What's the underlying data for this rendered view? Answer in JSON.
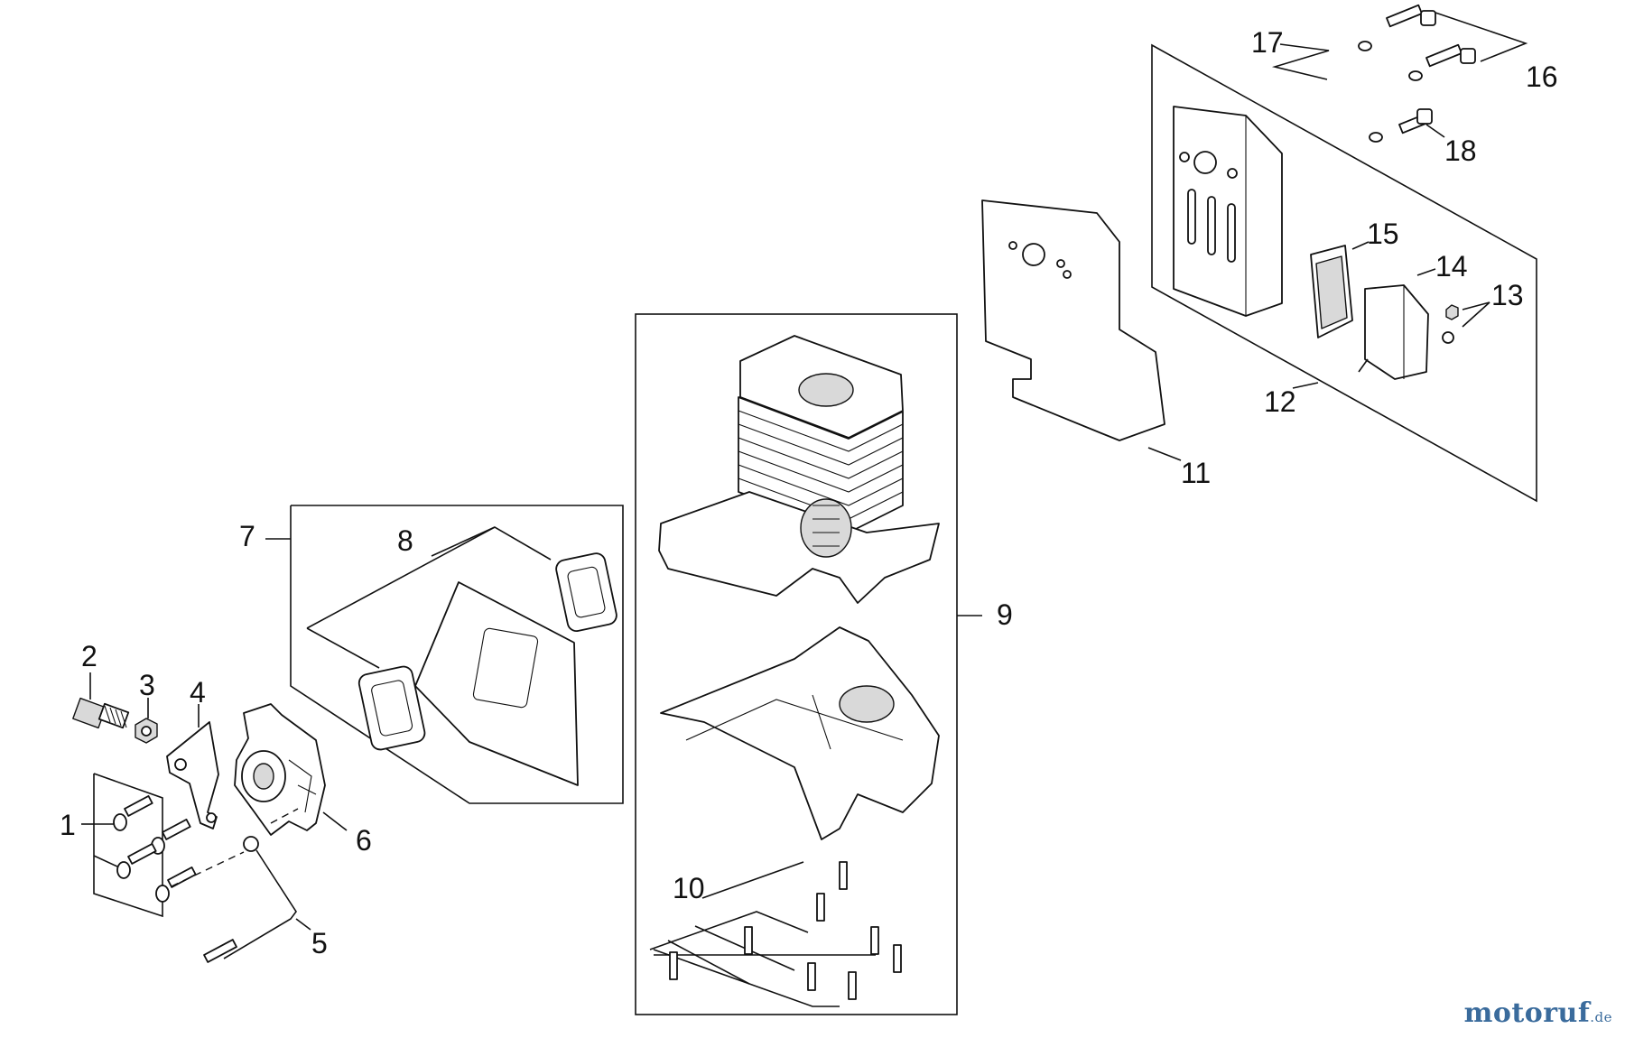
{
  "callouts": {
    "c1": "1",
    "c2": "2",
    "c3": "3",
    "c4": "4",
    "c5": "5",
    "c6": "6",
    "c7": "7",
    "c8": "8",
    "c9": "9",
    "c10": "10",
    "c11": "11",
    "c12": "12",
    "c13": "13",
    "c14": "14",
    "c15": "15",
    "c16": "16",
    "c17": "17",
    "c18": "18"
  },
  "watermark": {
    "brand": "motoruf",
    "suffix": ".de"
  },
  "colors": {
    "line": "#111111",
    "watermark": "#3a6b9c"
  }
}
